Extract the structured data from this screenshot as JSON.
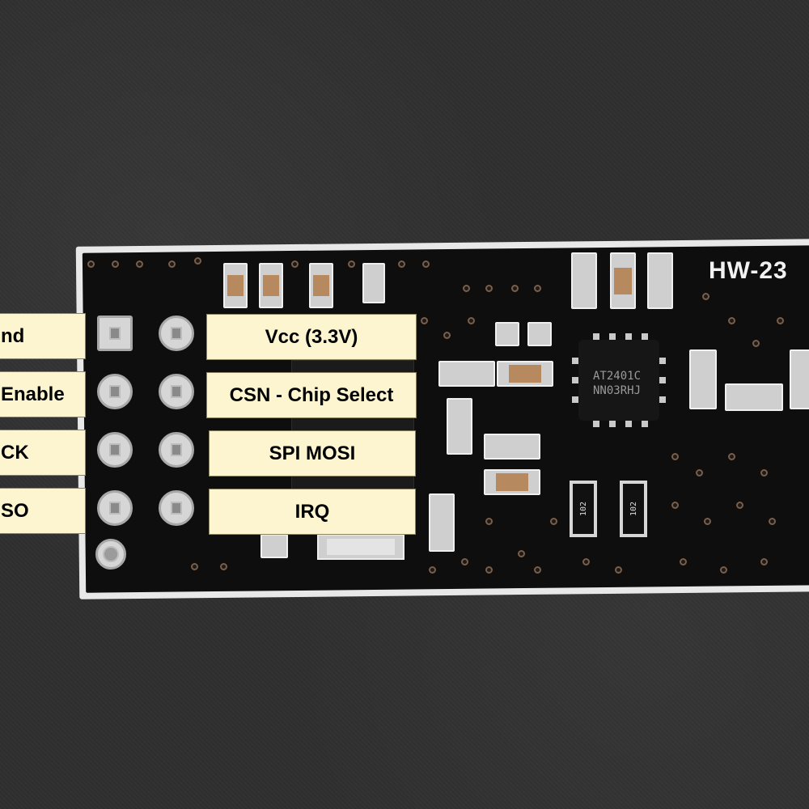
{
  "board": {
    "silkscreen": "HW-23",
    "ic_marking": [
      "AT2401C",
      "NN03RHJ"
    ],
    "resistor_marking": "102"
  },
  "pin_labels": {
    "left": [
      "nd",
      "Enable",
      "CK",
      "SO"
    ],
    "right": [
      "Vcc (3.3V)",
      "CSN - Chip Select",
      "SPI MOSI",
      "IRQ"
    ]
  },
  "colors": {
    "label_background": "#fdf5cf",
    "board_mask": "#0e0e0e",
    "background": "#2f2f2f"
  }
}
